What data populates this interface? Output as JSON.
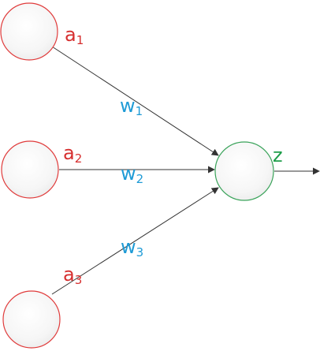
{
  "diagram": {
    "inputs": [
      {
        "name": "a",
        "sub": "1"
      },
      {
        "name": "a",
        "sub": "2"
      },
      {
        "name": "a",
        "sub": "3"
      }
    ],
    "weights": [
      {
        "name": "w",
        "sub": "1"
      },
      {
        "name": "w",
        "sub": "2"
      },
      {
        "name": "w",
        "sub": "3"
      }
    ],
    "output": {
      "name": "z"
    },
    "colors": {
      "input_stroke": "#e03c3c",
      "output_stroke": "#3aa35a",
      "edge": "#333333",
      "input_label": "#d62e2e",
      "weight_label": "#1f9bd6",
      "output_label": "#1e9e4a"
    }
  }
}
